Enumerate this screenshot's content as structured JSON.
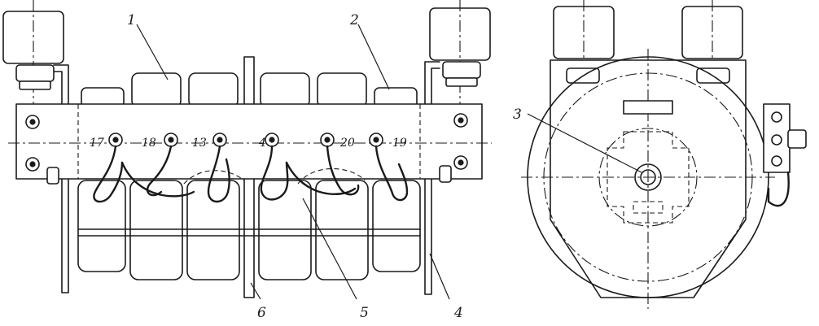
{
  "figure": {
    "callouts": [
      {
        "id": "1",
        "text": "1"
      },
      {
        "id": "2",
        "text": "2"
      },
      {
        "id": "3",
        "text": "3"
      },
      {
        "id": "4",
        "text": "4"
      },
      {
        "id": "5",
        "text": "5"
      },
      {
        "id": "6",
        "text": "6"
      }
    ],
    "terminals": [
      "17",
      "18",
      "13",
      "4",
      "20",
      "19"
    ]
  }
}
